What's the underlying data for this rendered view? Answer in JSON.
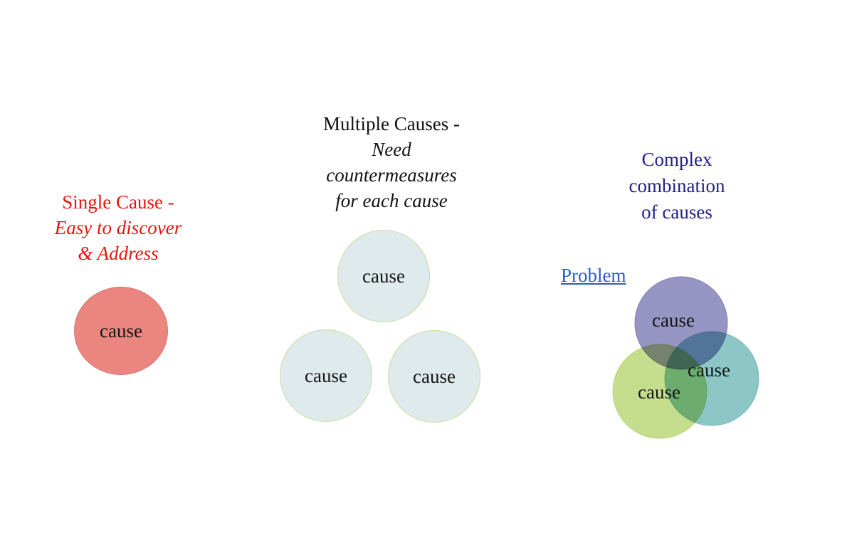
{
  "canvas": {
    "background": "#ffffff"
  },
  "label_color": "#161616",
  "single": {
    "title": {
      "line1": "Single Cause -",
      "line2": "Easy to discover",
      "line3": "& Address"
    },
    "title_color": "#e8130c",
    "circle": {
      "label": "cause",
      "fill": "#eb8580",
      "stroke": "#dd6f6b"
    }
  },
  "multiple": {
    "title": {
      "line1": "Multiple Causes -",
      "line2": "Need",
      "line3": "countermeasures",
      "line4": "for each cause"
    },
    "title_color": "#111111",
    "circle_fill": "#deeaeb",
    "circle_stroke": "#ccdc9e",
    "circles": [
      {
        "label": "cause"
      },
      {
        "label": "cause"
      },
      {
        "label": "cause"
      }
    ]
  },
  "complex": {
    "title": {
      "line1": "Complex",
      "line2": "combination",
      "line3": "of causes"
    },
    "title_color": "#22218a",
    "problem": {
      "label": "Problem",
      "color": "#2b5dc9"
    },
    "venn": [
      {
        "label": "cause",
        "fill": "#9795c4",
        "stroke": "#807eb2"
      },
      {
        "label": "cause",
        "fill": "#8cc6c7",
        "stroke": "#7bbabb"
      },
      {
        "label": "cause",
        "fill": "#c5de8e",
        "stroke": "#b7d374"
      }
    ]
  }
}
